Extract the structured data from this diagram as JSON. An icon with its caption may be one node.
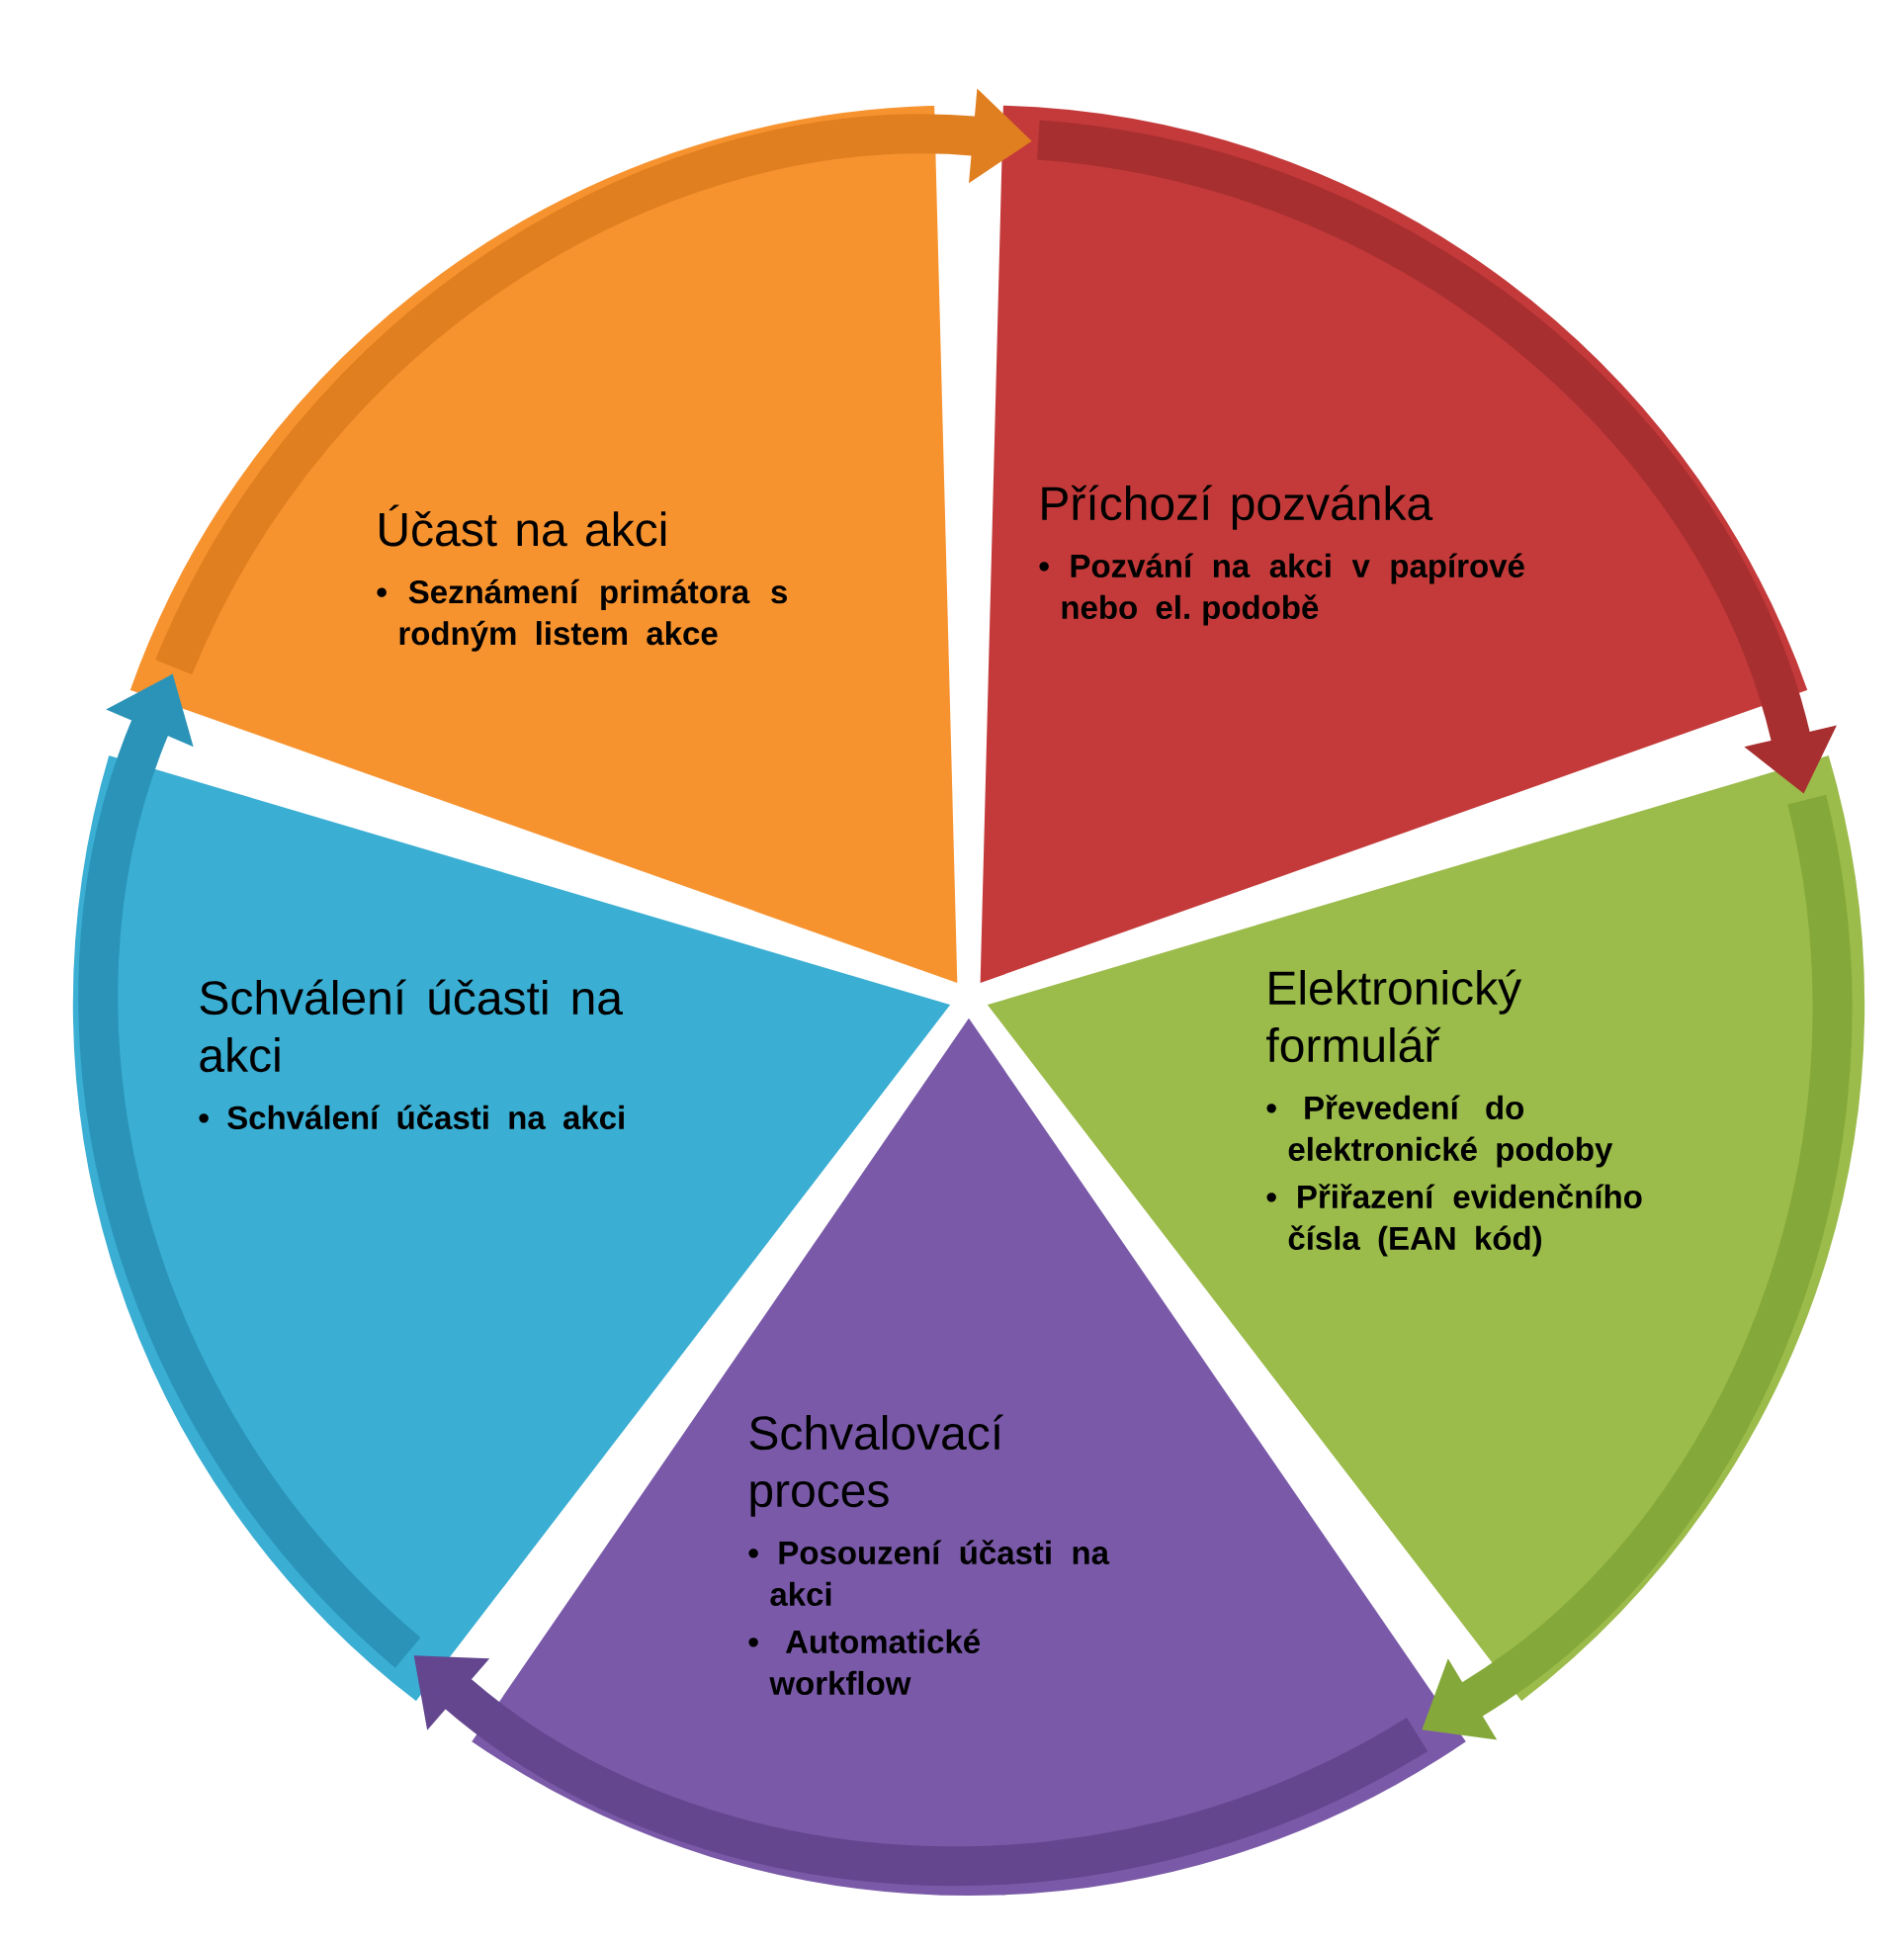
{
  "diagram": {
    "nodes": [
      {
        "text": [
          "Příchozí pozvánka",
          "• Pozvání na akci v papírové nebo el. podobě"
        ]
      },
      {
        "text": [
          "Elektronický formulář",
          "• Převedení do elektronické podoby",
          "• Přiřazení evidenčního čísla (EAN kód)"
        ]
      },
      {
        "text": [
          "Schvalovací proces",
          "• Posouzení účasti na akci",
          "• Automatické workflow"
        ]
      },
      {
        "text": [
          "Schválení účasti na akci",
          "• Schválení účasti na akci"
        ]
      },
      {
        "text": [
          "Účast na akci",
          "• Seznámení primátora s rodným listem akce"
        ]
      }
    ],
    "edges": [
      {
        "from": 0,
        "to": 1,
        "arrow": "to",
        "color": "#a82f30"
      },
      {
        "from": 1,
        "to": 2,
        "arrow": "to",
        "color": "#85a83a"
      },
      {
        "from": 2,
        "to": 3,
        "arrow": "to",
        "color": "#64468f"
      },
      {
        "from": 3,
        "to": 4,
        "arrow": "to",
        "color": "#2b93b8"
      },
      {
        "from": 4,
        "to": 0,
        "arrow": "to",
        "color": "#e07f20"
      }
    ]
  }
}
